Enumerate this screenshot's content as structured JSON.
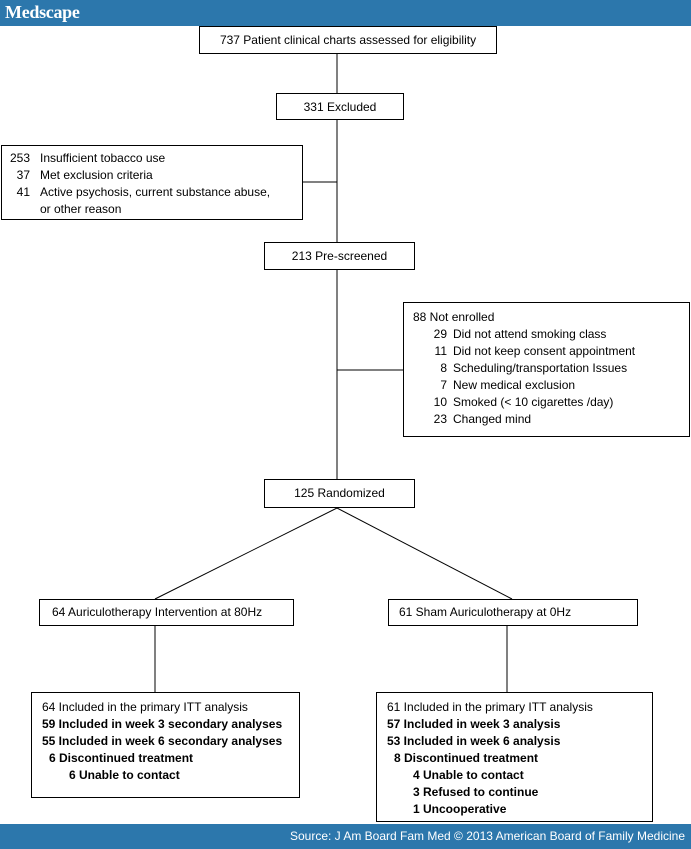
{
  "header": {
    "logo": "Medscape"
  },
  "footer": {
    "source": "Source: J Am Board Fam Med © 2013 American Board of Family Medicine"
  },
  "flow": {
    "assessed": "737 Patient clinical charts assessed for eligibility",
    "excluded": "331 Excluded",
    "exclusion_reasons": [
      {
        "n": "253",
        "text": "Insufficient tobacco use"
      },
      {
        "n": "37",
        "text": "Met exclusion criteria"
      },
      {
        "n": "41",
        "text": "Active psychosis, current substance abuse,"
      },
      {
        "n": "",
        "text": "or other reason"
      }
    ],
    "prescreened": "213 Pre-screened",
    "not_enrolled": {
      "title": "88 Not enrolled",
      "items": [
        {
          "n": "29",
          "text": "Did not attend smoking class"
        },
        {
          "n": "11",
          "text": "Did not keep consent appointment"
        },
        {
          "n": "8",
          "text": "Scheduling/transportation Issues"
        },
        {
          "n": "7",
          "text": "New medical exclusion"
        },
        {
          "n": "10",
          "text": "Smoked (< 10 cigarettes /day)"
        },
        {
          "n": "23",
          "text": "Changed mind"
        }
      ]
    },
    "randomized": "125 Randomized",
    "arm_left": {
      "title": "64 Auriculotherapy Intervention at 80Hz",
      "analysis": [
        "64 Included in the primary ITT analysis",
        "59 Included in week 3 secondary analyses",
        "55 Included in week 6 secondary analyses",
        "6 Discontinued treatment",
        "6 Unable to contact"
      ]
    },
    "arm_right": {
      "title": "61 Sham Auriculotherapy at 0Hz",
      "analysis": [
        "61 Included in the primary ITT analysis",
        "57 Included in week 3 analysis",
        "53 Included in week 6 analysis",
        "8 Discontinued treatment",
        "4 Unable to contact",
        "3 Refused to continue",
        "1 Uncooperative"
      ]
    }
  }
}
